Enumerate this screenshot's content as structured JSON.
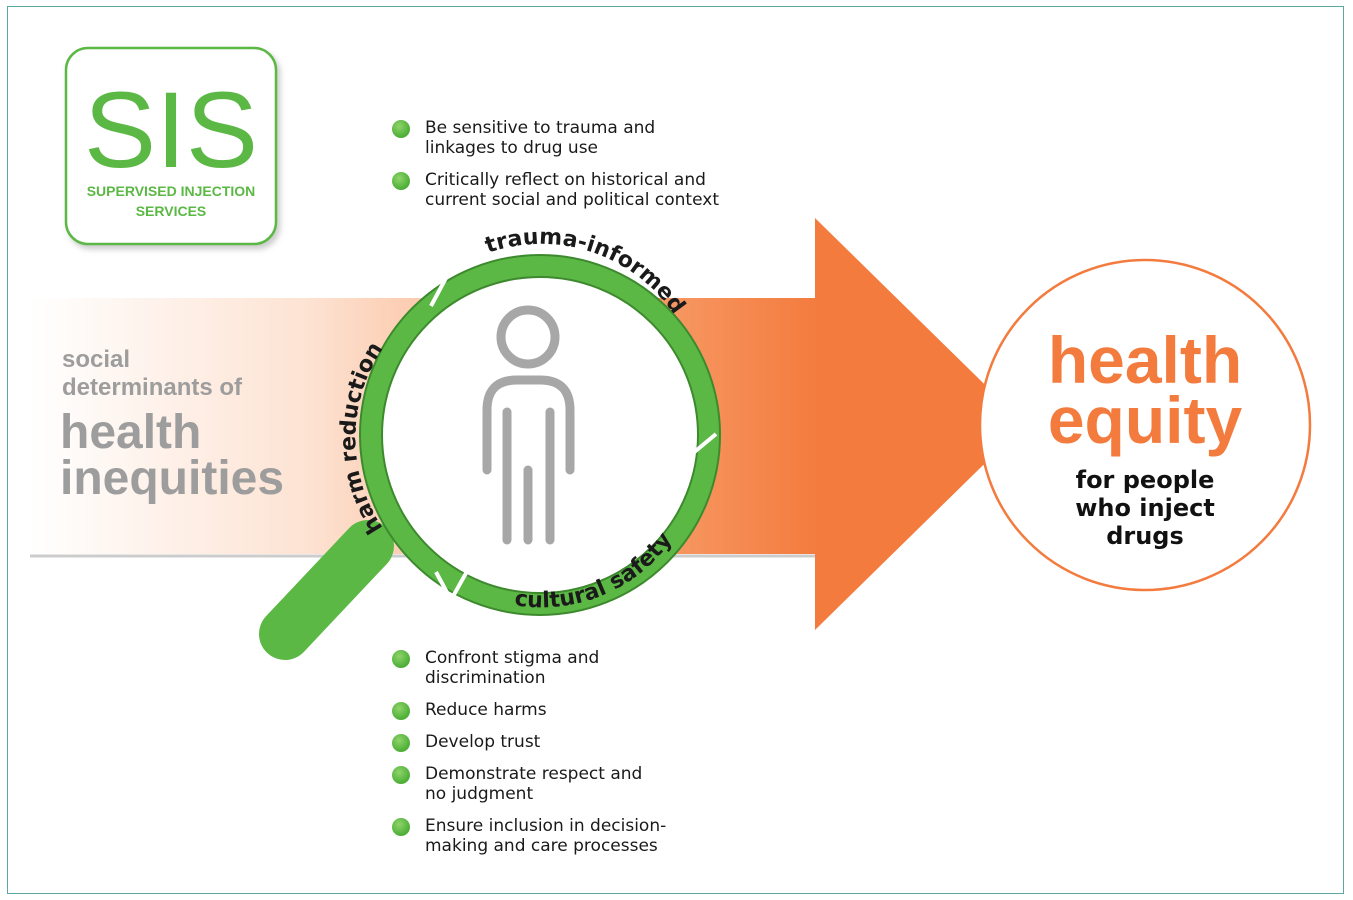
{
  "logo": {
    "acronym": "SIS",
    "subtitle_line1": "SUPERVISED INJECTION",
    "subtitle_line2": "SERVICES"
  },
  "left_text": {
    "line1": "social",
    "line2": "determinants of",
    "line3": "health",
    "line4": "inequities"
  },
  "ring_labels": {
    "top": "trauma-informed",
    "left": "harm reduction",
    "bottom": "cultural safety"
  },
  "goal": {
    "line1": "health",
    "line2": "equity",
    "sub1": "for people",
    "sub2": "who inject",
    "sub3": "drugs"
  },
  "top_bullets": [
    {
      "line1": "Be sensitive to trauma and",
      "line2": "linkages to drug use"
    },
    {
      "line1": "Critically reflect on historical and",
      "line2": "current social and political context"
    }
  ],
  "bottom_bullets": [
    {
      "line1": "Confront stigma and",
      "line2": "discrimination"
    },
    {
      "line1": "Reduce harms",
      "line2": ""
    },
    {
      "line1": "Develop trust",
      "line2": ""
    },
    {
      "line1": "Demonstrate respect and",
      "line2": "no judgment"
    },
    {
      "line1": "Ensure inclusion in decision-",
      "line2": "making and care processes"
    }
  ],
  "colors": {
    "green": "#5cb845",
    "orange": "#f37b3e",
    "gray_text": "#9d9d9d",
    "figure_gray": "#a7a7a7",
    "frame": "#5aa7a3"
  },
  "icons": {
    "person": "person-outline-icon",
    "magnifier": "magnifying-glass-icon",
    "bullet": "green-dot-icon"
  }
}
